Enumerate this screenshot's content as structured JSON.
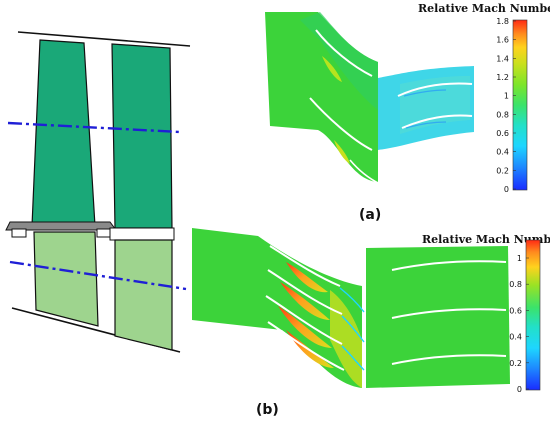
{
  "colorbar_a": {
    "title": "Relative Mach Number",
    "ticks": [
      "0",
      "0.2",
      "0.4",
      "0.6",
      "0.8",
      "1",
      "1.2",
      "1.4",
      "1.6",
      "1.8"
    ]
  },
  "colorbar_b": {
    "title": "Relative Mach Number",
    "ticks": [
      "0",
      "0.2",
      "0.4",
      "0.6",
      "0.8",
      "1"
    ]
  },
  "panel_a_label": "(a)",
  "panel_b_label": "(b)",
  "colormap": [
    "#1a2cff",
    "#1e8cff",
    "#1ed6ff",
    "#22e0c8",
    "#3be36a",
    "#66e53a",
    "#b3e01e",
    "#ffd21e",
    "#ff8a1e",
    "#ff2a14"
  ],
  "colors": {
    "stator_fill": "#1aa878",
    "rotor_fill": "#9ed48e",
    "axis_line": "#1f1fd6",
    "field_green": "#3cd33a",
    "field_cyan": "#3fd6e8"
  }
}
